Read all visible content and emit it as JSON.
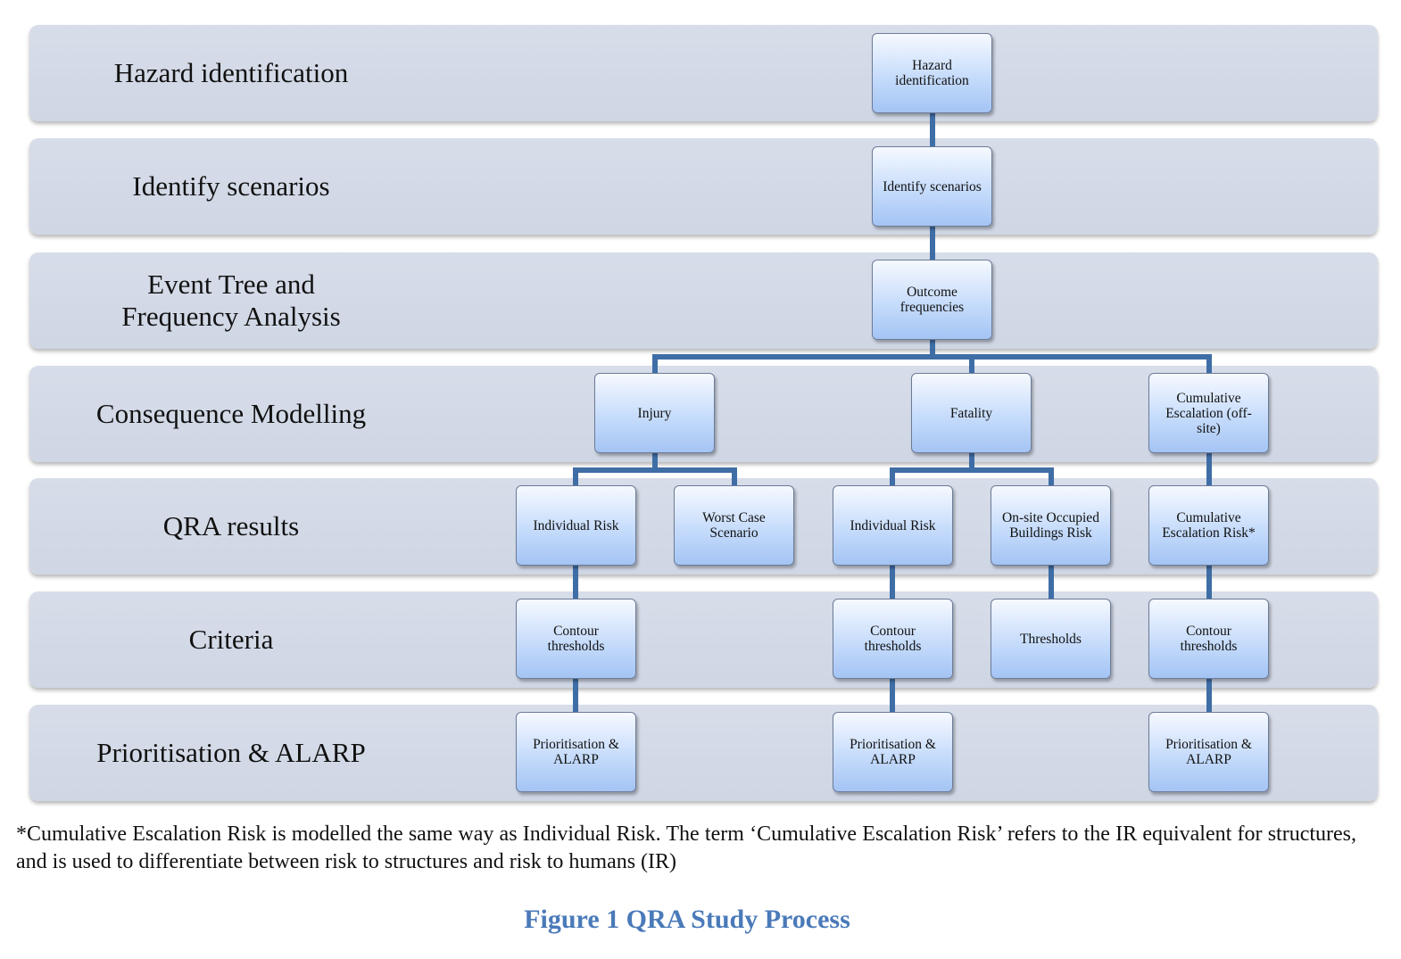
{
  "stages": [
    {
      "label": "Hazard identification"
    },
    {
      "label": "Identify scenarios"
    },
    {
      "label": "Event Tree and\nFrequency Analysis"
    },
    {
      "label": "Consequence Modelling"
    },
    {
      "label": "QRA results"
    },
    {
      "label": "Criteria"
    },
    {
      "label": "Prioritisation & ALARP"
    }
  ],
  "nodes": {
    "hazard_identification": "Hazard identification",
    "identify_scenarios": "Identify scenarios",
    "outcome_frequencies": "Outcome frequencies",
    "injury": "Injury",
    "fatality": "Fatality",
    "cumulative_escalation_offsite": "Cumulative Escalation (off-site)",
    "injury_individual_risk": "Individual Risk",
    "worst_case_scenario": "Worst Case Scenario",
    "fatality_individual_risk": "Individual Risk",
    "onsite_occupied_buildings_risk": "On-site Occupied Buildings Risk",
    "cumulative_escalation_risk": "Cumulative Escalation Risk*",
    "injury_contour_thresholds": "Contour thresholds",
    "fatality_contour_thresholds": "Contour thresholds",
    "buildings_thresholds": "Thresholds",
    "escalation_contour_thresholds": "Contour thresholds",
    "injury_prioritisation_alarp": "Prioritisation & ALARP",
    "fatality_prioritisation_alarp": "Prioritisation & ALARP",
    "escalation_prioritisation_alarp": "Prioritisation & ALARP"
  },
  "connector_color": "#3f6ea6",
  "footnote": "*Cumulative Escalation Risk is modelled the same way as Individual Risk. The term ‘Cumulative Escalation Risk’ refers to the IR equivalent for structures, and is used to differentiate between risk to structures and risk to humans (IR)",
  "caption": "Figure 1  QRA Study Process"
}
